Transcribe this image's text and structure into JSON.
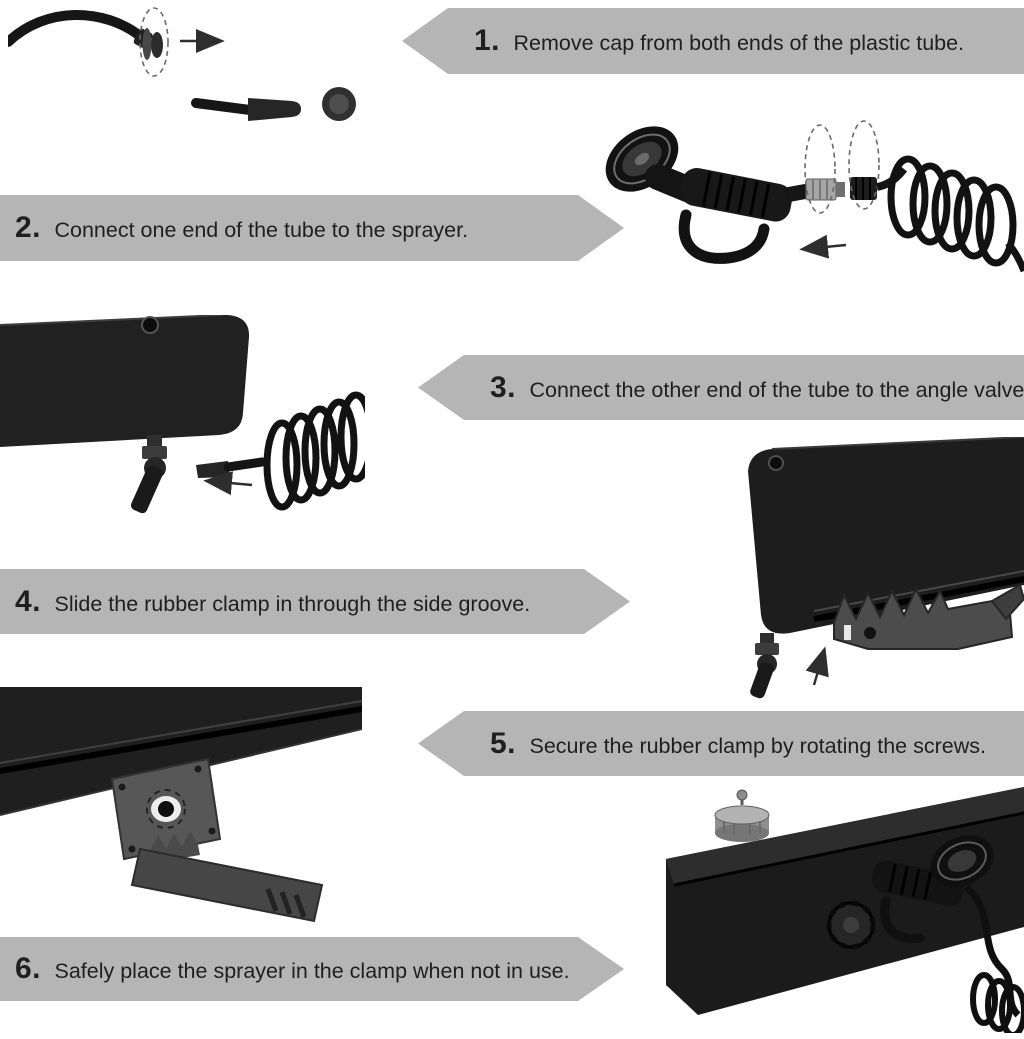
{
  "page": {
    "background": "#ffffff",
    "banner_color": "#b5b5b5",
    "text_color": "#1f1f1f"
  },
  "steps": [
    {
      "number": "1.",
      "text": "Remove cap from both ends of the plastic tube.",
      "arrow_direction": "left"
    },
    {
      "number": "2.",
      "text": "Connect one end of the tube to the sprayer.",
      "arrow_direction": "right"
    },
    {
      "number": "3.",
      "text": "Connect the other end of the tube to the angle valve.",
      "arrow_direction": "left"
    },
    {
      "number": "4.",
      "text": "Slide the rubber clamp in through the side groove.",
      "arrow_direction": "right"
    },
    {
      "number": "5.",
      "text": "Secure the rubber clamp by rotating the screws.",
      "arrow_direction": "left"
    },
    {
      "number": "6.",
      "text": "Safely place the sprayer in the clamp when not in use.",
      "arrow_direction": "right"
    }
  ],
  "illustrations": [
    {
      "name": "tube-end-cap-removal-photo"
    },
    {
      "name": "sprayer-tube-connection-photo"
    },
    {
      "name": "tank-angle-valve-connection-photo"
    },
    {
      "name": "rubber-clamp-side-groove-photo"
    },
    {
      "name": "clamp-screw-rotation-photo"
    },
    {
      "name": "sprayer-stored-in-clamp-photo"
    }
  ]
}
